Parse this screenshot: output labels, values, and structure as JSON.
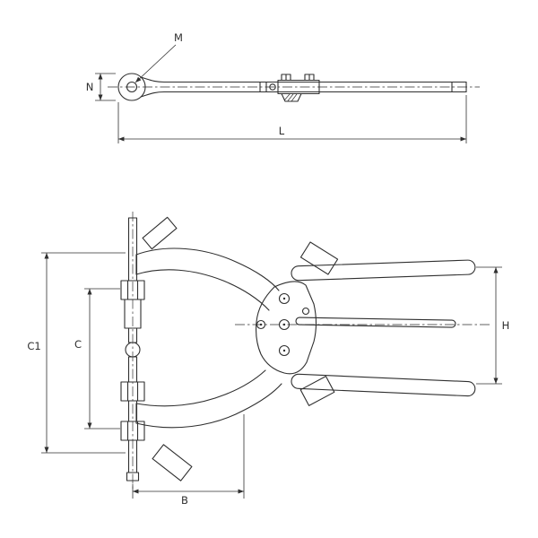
{
  "colors": {
    "line": "#2f2f2f",
    "background": "#ffffff"
  },
  "dimensions": {
    "m": "M",
    "n": "N",
    "l": "L",
    "c1": "C1",
    "c": "C",
    "h": "H",
    "b": "B"
  }
}
